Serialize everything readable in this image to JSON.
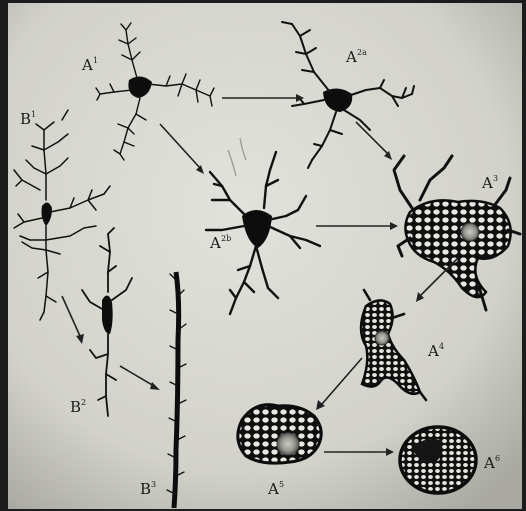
{
  "figure": {
    "labels": {
      "A1": {
        "base": "A",
        "sup": "1"
      },
      "A2a": {
        "base": "A",
        "sup": "2a"
      },
      "A2b": {
        "base": "A",
        "sup": "2b"
      },
      "A3": {
        "base": "A",
        "sup": "3"
      },
      "A4": {
        "base": "A",
        "sup": "4"
      },
      "A5": {
        "base": "A",
        "sup": "5"
      },
      "A6": {
        "base": "A",
        "sup": "6"
      },
      "B1": {
        "base": "B",
        "sup": "1"
      },
      "B2": {
        "base": "B",
        "sup": "2"
      },
      "B3": {
        "base": "B",
        "sup": "3"
      }
    },
    "colors": {
      "paper": "#d6d6d0",
      "paper_edge": "#b9b9b2",
      "ink": "#111111",
      "vignette": "#1c1c1c"
    }
  }
}
